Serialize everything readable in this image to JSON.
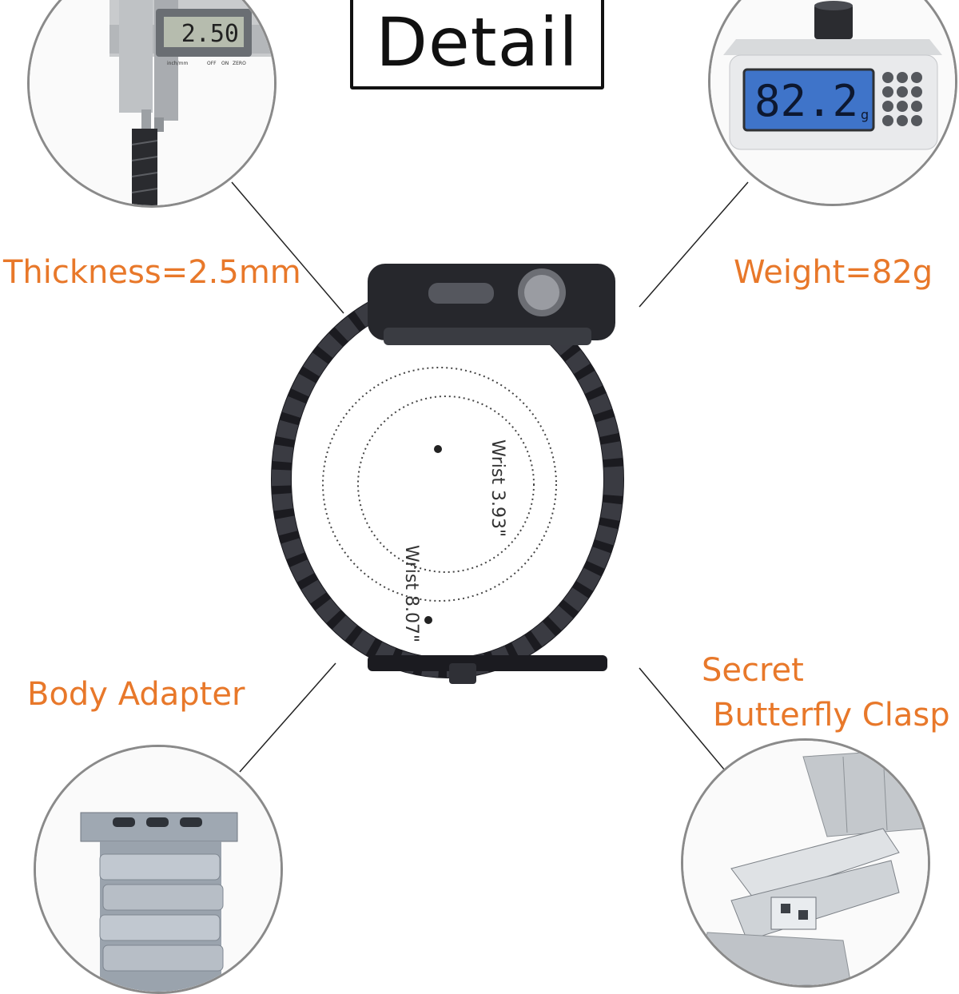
{
  "title": "Detail",
  "features": {
    "thickness": "Thickness=2.5mm",
    "weight": "Weight=82g",
    "body_adapter": "Body Adapter",
    "clasp_line1": "Secret",
    "clasp_line2": "Butterfly Clasp"
  },
  "caliper": {
    "reading": "2.50",
    "units_label": "inch/mm",
    "buttons": [
      "OFF",
      "ON",
      "ZERO"
    ]
  },
  "scale": {
    "reading": "82.2",
    "unit": "g"
  },
  "wrist": {
    "small": "Wrist 3.93\"",
    "large": "Wrist 8.07\""
  },
  "colors": {
    "accent": "#e8782a",
    "band": "#1b1b20",
    "circle_border": "#8a8a8a",
    "lcd_blue": "#3f74c9"
  }
}
